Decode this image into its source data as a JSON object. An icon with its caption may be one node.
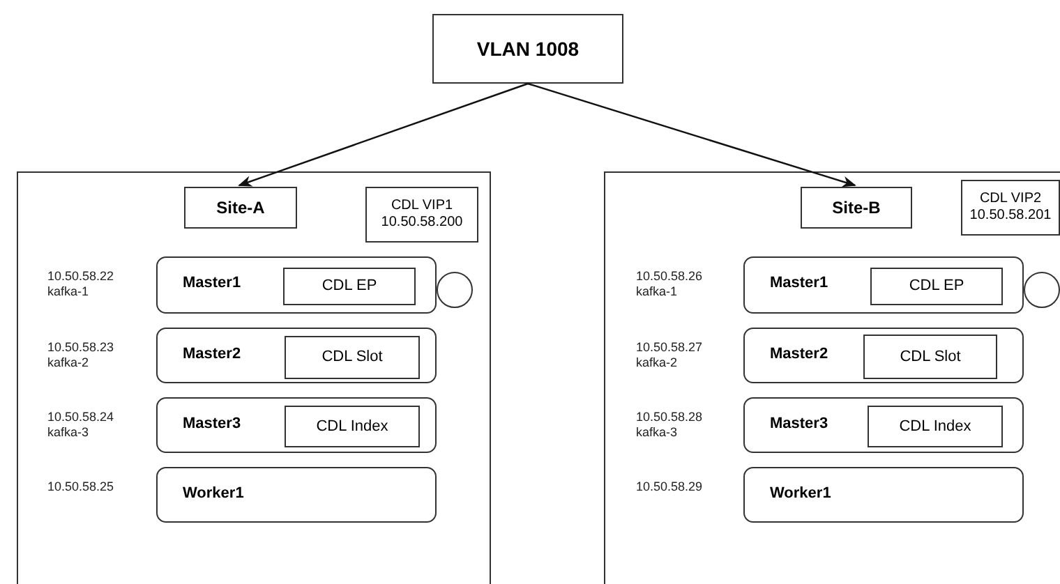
{
  "diagram": {
    "nodes": [
      {
        "text": [
          "VLAN 1008"
        ]
      },
      {
        "text": [],
        "shape": "box"
      },
      {
        "text": [
          "Site-A"
        ],
        "in": 1
      },
      {
        "text": [
          "CDL VIP1 10.50.58.200"
        ],
        "in": 1
      },
      {
        "text": [
          "Master1"
        ],
        "in": 1,
        "beside": [
          "10.50.58.22 kafka-1"
        ]
      },
      {
        "text": [
          "CDL EP"
        ],
        "in": 4
      },
      {
        "text": [],
        "shape": "circle",
        "in": 1
      },
      {
        "text": [
          "Master2"
        ],
        "in": 1,
        "beside": [
          "10.50.58.23 kafka-2"
        ]
      },
      {
        "text": [
          "CDL Slot"
        ],
        "in": 7
      },
      {
        "text": [
          "Master3"
        ],
        "in": 1,
        "beside": [
          "10.50.58.24 kafka-3"
        ]
      },
      {
        "text": [
          "CDL Index"
        ],
        "in": 9
      },
      {
        "text": [
          "Worker1"
        ],
        "in": 1,
        "beside": [
          "10.50.58.25"
        ]
      },
      {
        "text": [],
        "shape": "box"
      },
      {
        "text": [
          "Site-B"
        ],
        "in": 12
      },
      {
        "text": [
          "CDL VIP2 10.50.58.201"
        ],
        "in": 12
      },
      {
        "text": [
          "Master1"
        ],
        "in": 12,
        "beside": [
          "10.50.58.26 kafka-1"
        ]
      },
      {
        "text": [
          "CDL EP"
        ],
        "in": 15
      },
      {
        "text": [],
        "shape": "circle",
        "in": 12
      },
      {
        "text": [
          "Master2"
        ],
        "in": 12,
        "beside": [
          "10.50.58.27 kafka-2"
        ]
      },
      {
        "text": [
          "CDL Slot"
        ],
        "in": 18
      },
      {
        "text": [
          "Master3"
        ],
        "in": 12,
        "beside": [
          "10.50.58.28 kafka-3"
        ]
      },
      {
        "text": [
          "CDL Index"
        ],
        "in": 20
      },
      {
        "text": [
          "Worker1"
        ],
        "in": 12,
        "beside": [
          "10.50.58.29"
        ]
      }
    ],
    "edges": [
      {
        "from": 0,
        "to": 2,
        "arrow": "to"
      },
      {
        "from": 0,
        "to": 13,
        "arrow": "to"
      }
    ]
  }
}
